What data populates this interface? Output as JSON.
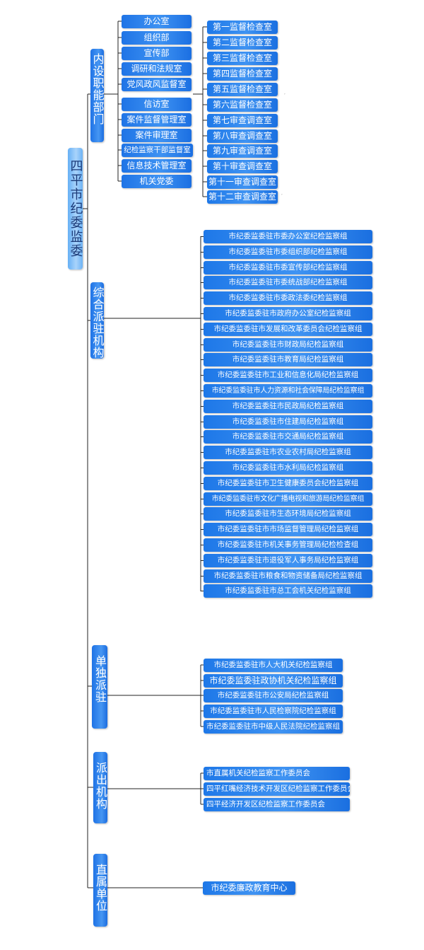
{
  "root": {
    "label": "四平市纪委监委"
  },
  "categories": [
    {
      "label": "内设职能部门"
    },
    {
      "label": "综合派驻机构"
    },
    {
      "label": "单独派驻"
    },
    {
      "label": "派出机构"
    },
    {
      "label": "直属单位"
    }
  ],
  "internal_left": [
    "办公室",
    "组织部",
    "宣传部",
    "调研和法规室",
    "党风政风监督室",
    "信访室",
    "案件监督管理室",
    "案件审理室",
    "纪检监察干部监督室",
    "信息技术管理室",
    "机关党委"
  ],
  "internal_right": [
    "第一监督检查室",
    "第二监督检查室",
    "第三监督检查室",
    "第四监督检查室",
    "第五监督检查室",
    "第六监督检查室",
    "第七审查调查室",
    "第八审查调查室",
    "第九审查调查室",
    "第十审查调查室",
    "第十一审查调查室",
    "第十二审查调查室"
  ],
  "comprehensive": [
    "市纪委监委驻市委办公室纪检监察组",
    "市纪委监委驻市委组织部纪检监察组",
    "市纪委监委驻市委宣传部纪检监察组",
    "市纪委监委驻市委统战部纪检监察组",
    "市纪委监委驻市委政法委纪检监察组",
    "市纪委监委驻市政府办公室纪检监察组",
    "市纪委监委驻市发展和改革委员会纪检监察组",
    "市纪委监委驻市财政局纪检监察组",
    "市纪委监委驻市教育局纪检监察组",
    "市纪委监委驻市工业和信息化局纪检监察组",
    "市纪委监委驻市人力资源和社会保障局纪检监察组",
    "市纪委监委驻市民政局纪检监察组",
    "市纪委监委驻市住建局纪检监察组",
    "市纪委监委驻市交通局纪检监察组",
    "市纪委监委驻市农业农村局纪检监察组",
    "市纪委监委驻市水利局纪检监察组",
    "市纪委监委驻市卫生健康委员会纪检监察组",
    "市纪委监委驻市文化广播电视和旅游局纪检监察组",
    "市纪委监委驻市生态环境局纪检监察组",
    "市纪委监委驻市市场监督管理局纪检监察组",
    "市纪委监委驻市机关事务管理局纪检检查组",
    "市纪委监委驻市退役军人事务局纪检监察组",
    "市纪委监委驻市粮食和物资储备局纪检监察组",
    "市纪委监委驻市总工会机关纪检监察组"
  ],
  "single": [
    "市纪委监委驻市人大机关纪检监察组",
    "市纪委监委驻政协机关纪检监察组",
    "市纪委监委驻市公安局纪检监察组",
    "市纪委监委驻市人民检察院纪检监察组",
    "市纪委监委驻市中级人民法院纪检监察组"
  ],
  "dispatched": [
    "市直属机关纪检监察工作委员会",
    "四平红嘴经济技术开发区纪检监察工作委员会",
    "四平经济开发区纪检监察工作委员会"
  ],
  "direct": [
    "市纪委廉政教育中心"
  ]
}
